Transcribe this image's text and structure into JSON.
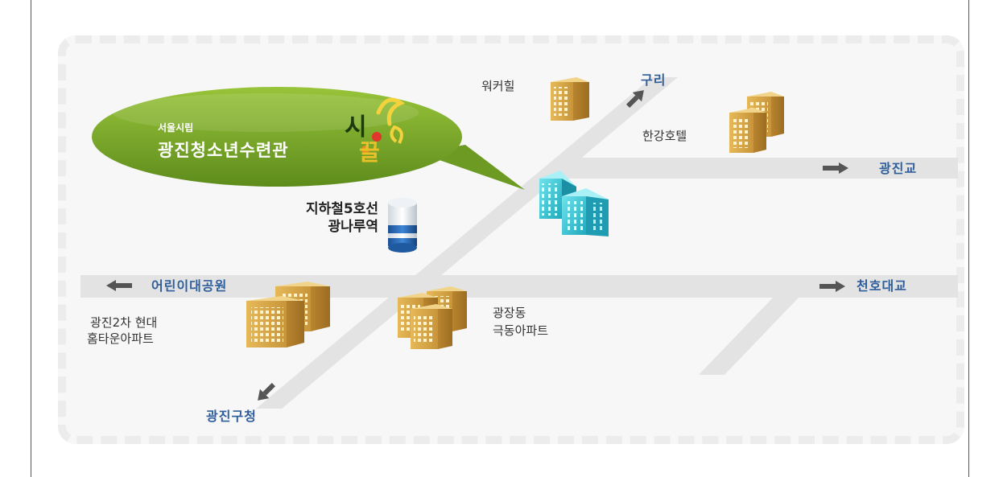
{
  "facility": {
    "subtitle": "서울시립",
    "name": "광진청소년수련관",
    "logo_top": "시",
    "logo_bottom": "끌"
  },
  "roads": {
    "north": "구리",
    "east_upper": "광진교",
    "east_lower": "천호대교",
    "west": "어린이대공원",
    "south": "광진구청"
  },
  "landmarks": {
    "walkerhill": "워커힐",
    "hangang_hotel": "한강호텔",
    "station_line1": "지하철5호선",
    "station_line2": "광나루역",
    "apt_left_line1": "광진2차 현대",
    "apt_left_line2": "홈타운아파트",
    "apt_center_line1": "광장동",
    "apt_center_line2": "극동아파트"
  },
  "colors": {
    "road": "#e3e3e3",
    "road_label": "#2f5e9c",
    "bubble_green": "#7aa72a",
    "building_gold": "#d6a84a",
    "target_building": "#3fc7d6",
    "station_blue": "#2c6bb5"
  }
}
